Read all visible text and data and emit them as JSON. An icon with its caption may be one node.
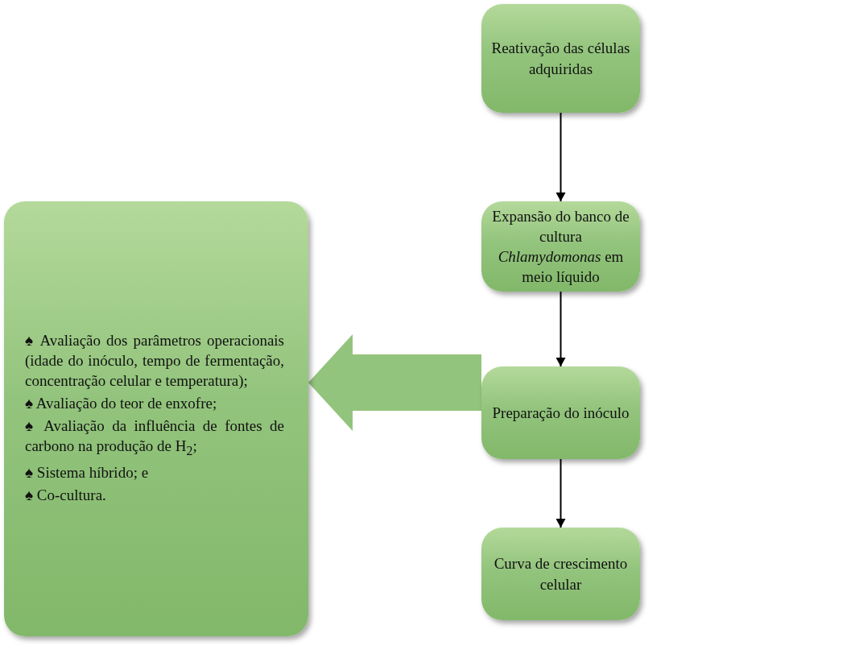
{
  "diagram": {
    "nodes": [
      {
        "text": [
          "Reativação das células adquiridas"
        ]
      },
      {
        "text": [
          "Expansão do banco de cultura *Chlamydomonas* em meio líquido"
        ]
      },
      {
        "text": [
          "Preparação do inóculo"
        ]
      },
      {
        "text": [
          "Curva de crescimento celular"
        ]
      },
      {
        "text": [
          "♠ Avaliação dos parâmetros operacionais (idade do inóculo, tempo de fermentação, concentração celular e temperatura);",
          "♠ Avaliação do teor de enxofre;",
          "♠ Avaliação da influência de fontes de carbono na produção de H$_{2}$;",
          "♠ Sistema híbrido; e",
          "♠ Co-cultura."
        ]
      }
    ],
    "edges": [
      {
        "from": 0,
        "to": 1,
        "arrow": "to"
      },
      {
        "from": 1,
        "to": 2,
        "arrow": "to"
      },
      {
        "from": 2,
        "to": 3,
        "arrow": "to"
      },
      {
        "from": 2,
        "to": 4,
        "arrow": "to",
        "style": "thick",
        "color": "#93c47d"
      }
    ]
  }
}
